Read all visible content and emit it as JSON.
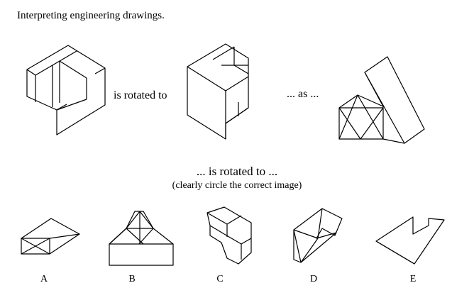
{
  "title": "Interpreting engineering drawings.",
  "top_row": {
    "phrase_1": "is rotated to",
    "phrase_2": "... as ..."
  },
  "instruction": {
    "line_1": "... is rotated to ...",
    "line_2": "(clearly circle the correct image)"
  },
  "options": [
    "A",
    "B",
    "C",
    "D",
    "E"
  ]
}
